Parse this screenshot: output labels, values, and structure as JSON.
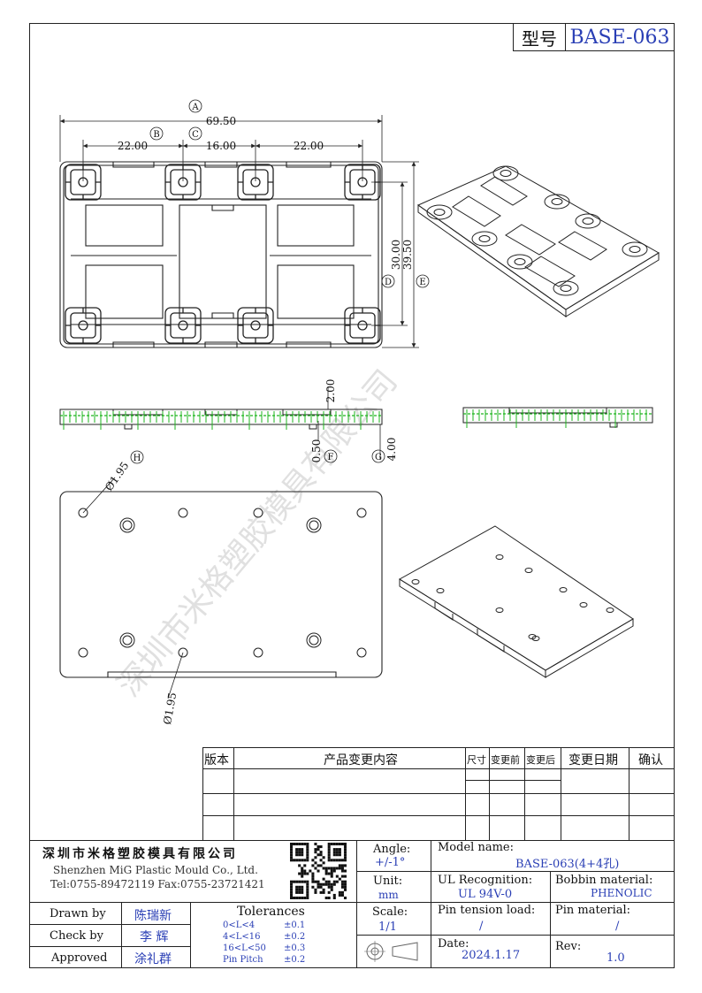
{
  "header": {
    "model_label": "型号",
    "model_code": "BASE-063"
  },
  "dimensions": {
    "A": {
      "mark": "A",
      "value": "69.50"
    },
    "B": {
      "mark": "B",
      "value": "22.00"
    },
    "C": {
      "mark": "C",
      "value": "16.00"
    },
    "B2": {
      "value": "22.00"
    },
    "D": {
      "mark": "D",
      "value": "30.00"
    },
    "E": {
      "mark": "E",
      "value": "39.50"
    },
    "pin_height": {
      "value": "2.00"
    },
    "F": {
      "mark": "F",
      "value": "0.50"
    },
    "G": {
      "mark": "G",
      "value": "4.00"
    },
    "H": {
      "mark": "H",
      "value": "Ø1.95"
    },
    "hole_bottom": {
      "value": "Ø1.95"
    }
  },
  "watermark": "深圳市米格塑胶模具有限公司",
  "revision_table": {
    "headers": [
      "版本",
      "产品变更内容",
      "尺寸",
      "变更前",
      "变更后",
      "变更日期",
      "确认"
    ]
  },
  "title_block": {
    "company_cn": "深圳市米格塑胶模具有限公司",
    "company_en": "Shenzhen MiG Plastic Mould Co., Ltd.",
    "phone": "Tel:0755-89472119   Fax:0755-23721421",
    "angle_label": "Angle:",
    "angle_value": "+/-1°",
    "model_name_label": "Model name:",
    "model_name_value": "BASE-063(4+4孔)",
    "unit_label": "Unit:",
    "unit_value": "mm",
    "ul_label": "UL Recognition:",
    "ul_value": "UL 94V-0",
    "bobbin_label": "Bobbin material:",
    "bobbin_value": "PHENOLIC",
    "drawn_label": "Drawn by",
    "drawn_value": "陈瑞新",
    "check_label": "Check by",
    "check_value": "李 辉",
    "approved_label": "Approved",
    "approved_value": "涂礼群",
    "tolerances_label": "Tolerances",
    "tolerances": [
      {
        "range": "0<L<4",
        "value": "±0.1"
      },
      {
        "range": "4<L<16",
        "value": "±0.2"
      },
      {
        "range": "16<L<50",
        "value": "±0.3"
      },
      {
        "range": "Pin Pitch",
        "value": "±0.2"
      }
    ],
    "scale_label": "Scale:",
    "scale_value": "1/1",
    "pin_tension_label": "Pin tension load:",
    "pin_tension_value": "/",
    "pin_material_label": "Pin material:",
    "pin_material_value": "/",
    "date_label": "Date:",
    "date_value": "2024.1.17",
    "rev_label": "Rev:",
    "rev_value": "1.0"
  }
}
